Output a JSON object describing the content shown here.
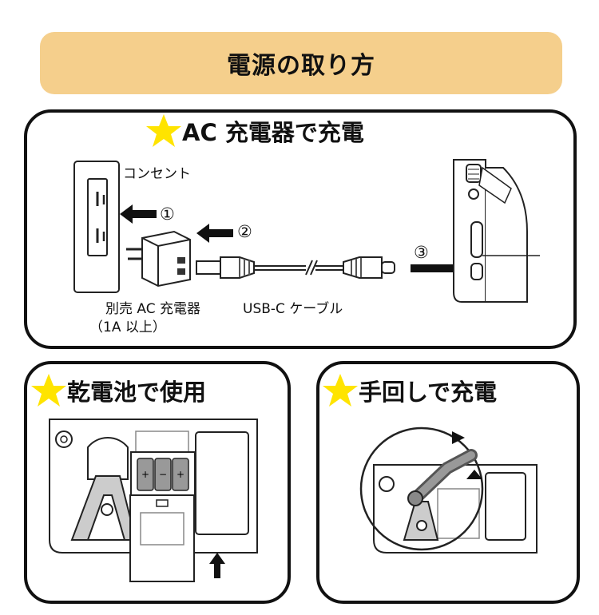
{
  "page_title": "電源の取り方",
  "colors": {
    "banner": "#f5cf8c",
    "star": "#ffe400",
    "border": "#111111"
  },
  "icon_names": [
    "star-icon",
    "wall-outlet-icon",
    "ac-adapter-icon",
    "usb-c-cable-icon",
    "radio-device-icon",
    "arrow-icon",
    "battery-icon",
    "hand-crank-icon"
  ],
  "sections": {
    "ac": {
      "title": "AC 充電器で充電",
      "outlet_label": "コンセント",
      "adapter_label_line1": "別売 AC 充電器",
      "adapter_label_line2": "（1A 以上）",
      "cable_label": "USB-C ケーブル",
      "step1": "①",
      "step2": "②",
      "step3": "③"
    },
    "battery": {
      "title": "乾電池で使用"
    },
    "crank": {
      "title": "手回しで充電"
    }
  }
}
